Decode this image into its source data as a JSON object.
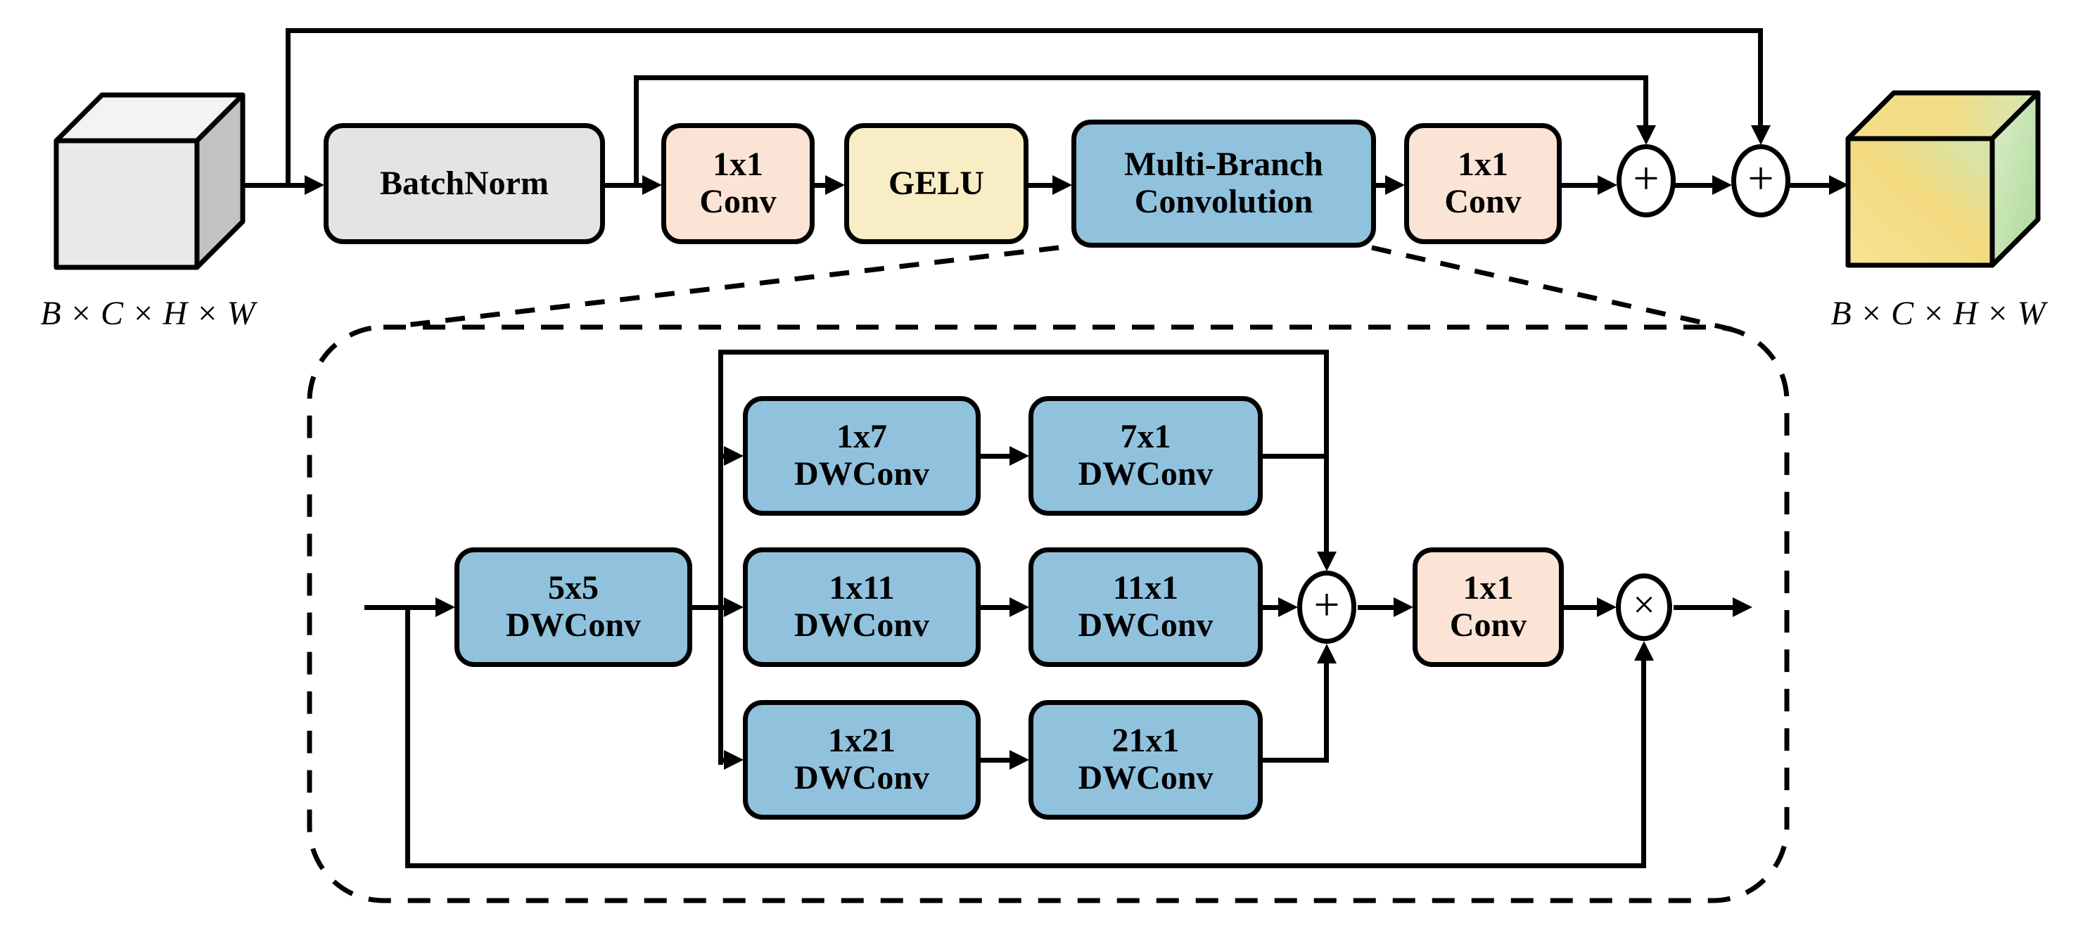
{
  "colors": {
    "line": "#000000",
    "gray_box": "#e4e4e4",
    "pink_box": "#fbe4d5",
    "yellow_box": "#f9edc5",
    "blue_box": "#90c2de",
    "input_cube_front": "#e9e9e9",
    "input_cube_top": "#f3f3f3",
    "input_cube_side": "#c2c2c2",
    "output_cube_yellow": "#f6df8a",
    "output_cube_green": "#c9e6ae"
  },
  "top_row": {
    "input_tensor_label": "B × C × H × W",
    "batchnorm_label": "BatchNorm",
    "conv1": {
      "line1": "1x1",
      "line2": "Conv"
    },
    "gelu_label": "GELU",
    "multibranch": {
      "line1": "Multi-Branch",
      "line2": "Convolution"
    },
    "conv2": {
      "line1": "1x1",
      "line2": "Conv"
    },
    "add1_symbol": "+",
    "add2_symbol": "+",
    "output_tensor_label": "B × C × H × W"
  },
  "detail_block": {
    "dwconv_5x5": {
      "line1": "5x5",
      "line2": "DWConv"
    },
    "branches": [
      {
        "first": {
          "line1": "1x7",
          "line2": "DWConv"
        },
        "second": {
          "line1": "7x1",
          "line2": "DWConv"
        }
      },
      {
        "first": {
          "line1": "1x11",
          "line2": "DWConv"
        },
        "second": {
          "line1": "11x1",
          "line2": "DWConv"
        }
      },
      {
        "first": {
          "line1": "1x21",
          "line2": "DWConv"
        },
        "second": {
          "line1": "21x1",
          "line2": "DWConv"
        }
      }
    ],
    "sum_symbol": "+",
    "conv": {
      "line1": "1x1",
      "line2": "Conv"
    },
    "multiply_symbol": "×"
  }
}
